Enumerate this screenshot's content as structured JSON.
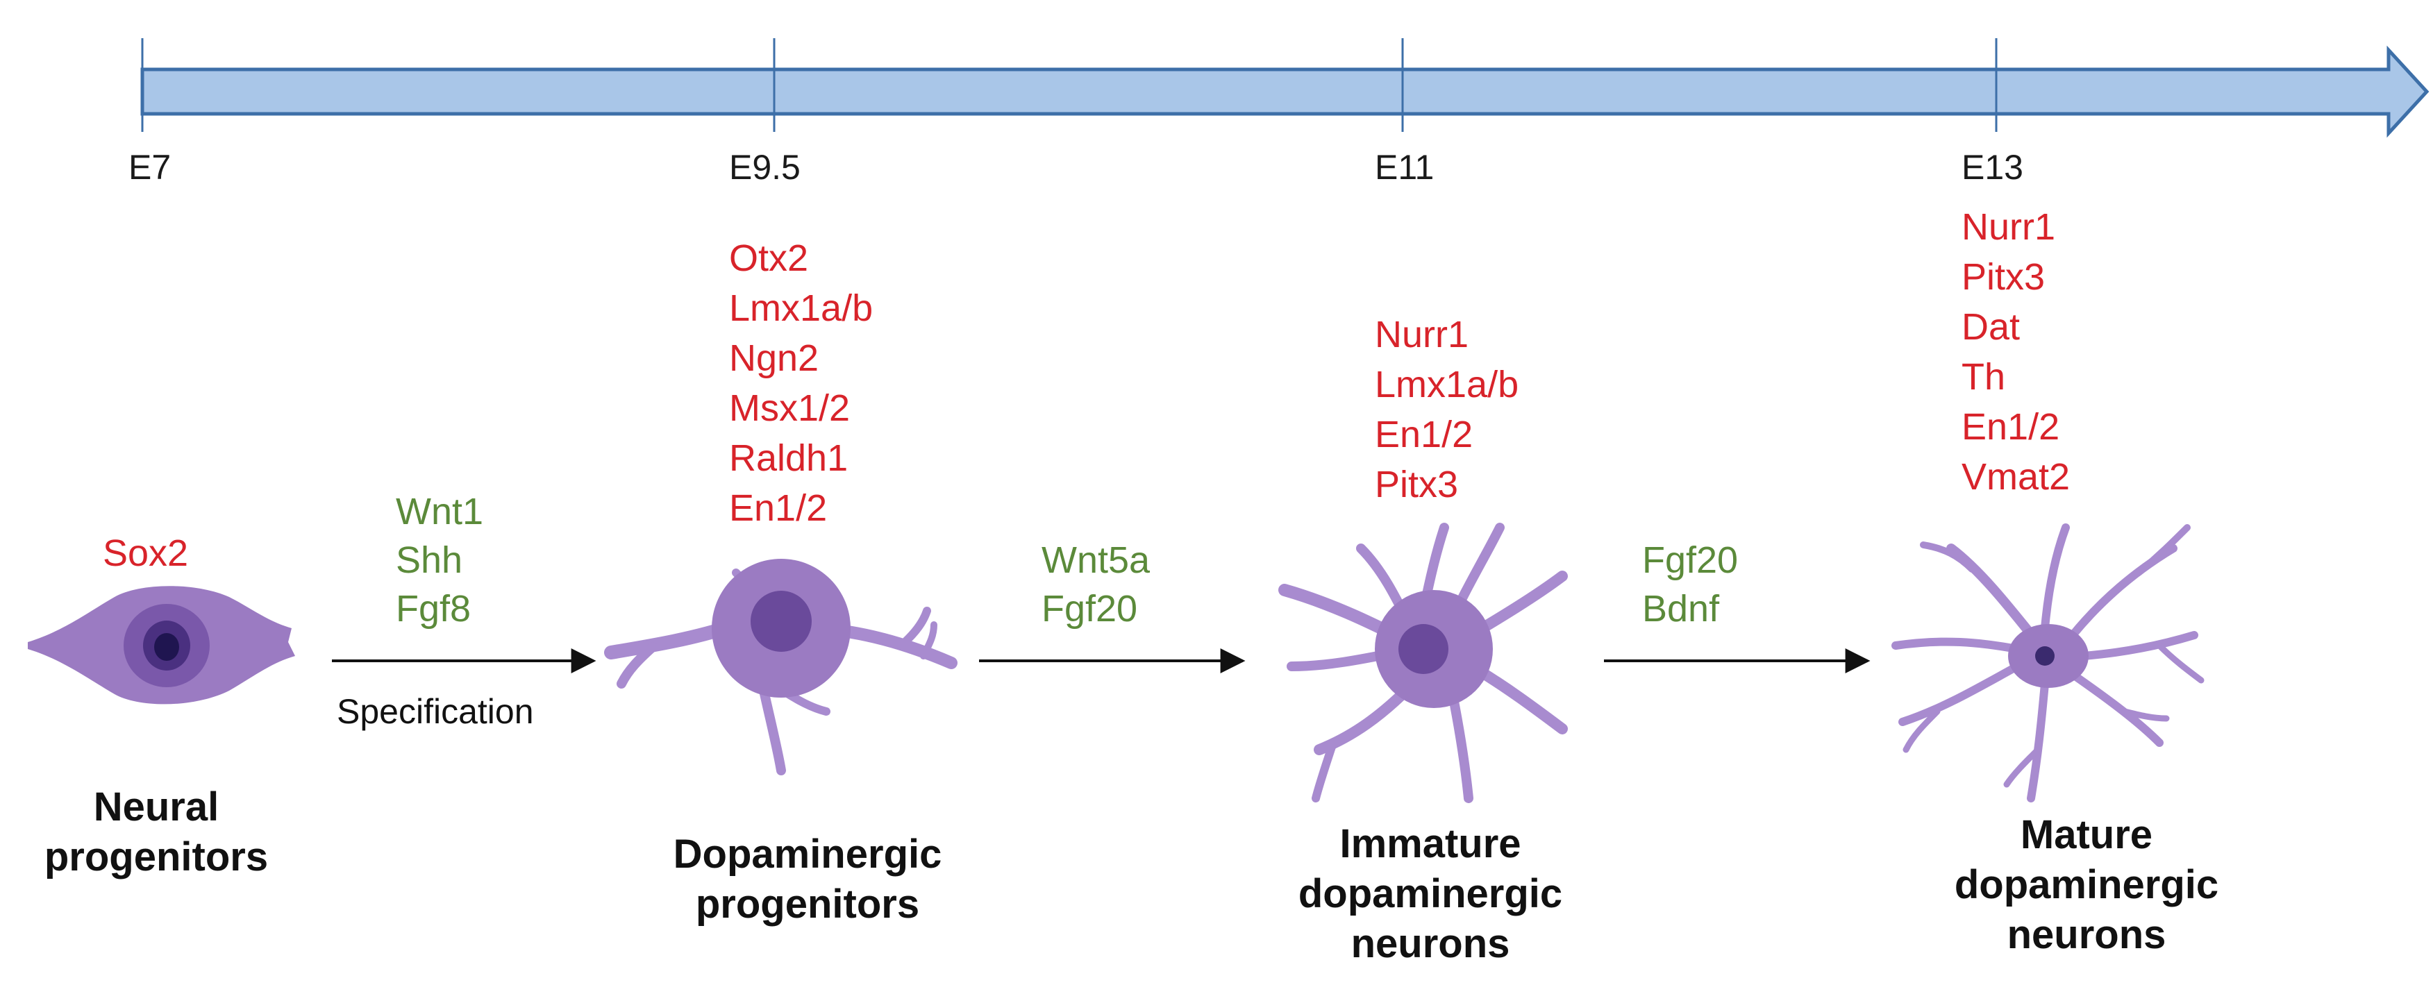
{
  "timeline": {
    "stages": [
      "E7",
      "E9.5",
      "E11",
      "E13"
    ]
  },
  "columns": [
    {
      "markers": [
        "Sox2"
      ],
      "caption": [
        "Neural",
        "progenitors"
      ]
    },
    {
      "markers": [
        "Otx2",
        "Lmx1a/b",
        "Ngn2",
        "Msx1/2",
        "Raldh1",
        "En1/2"
      ],
      "caption": [
        "Dopaminergic",
        "progenitors"
      ]
    },
    {
      "markers": [
        "Nurr1",
        "Lmx1a/b",
        "En1/2",
        "Pitx3"
      ],
      "caption": [
        "Immature",
        "dopaminergic",
        "neurons"
      ]
    },
    {
      "markers": [
        "Nurr1",
        "Pitx3",
        "Dat",
        "Th",
        "En1/2",
        "Vmat2"
      ],
      "caption": [
        "Mature",
        "dopaminergic",
        "neurons"
      ]
    }
  ],
  "transitions": [
    {
      "factors": [
        "Wnt1",
        "Shh",
        "Fgf8"
      ],
      "process": "Specification"
    },
    {
      "factors": [
        "Wnt5a",
        "Fgf20"
      ],
      "process": ""
    },
    {
      "factors": [
        "Fgf20",
        "Bdnf"
      ],
      "process": ""
    }
  ],
  "colors": {
    "timeline_fill": "#a9c6e8",
    "timeline_stroke": "#3d6fa8",
    "marker_text": "#d8232a",
    "factor_text": "#5b8a3a",
    "cell_body": "#9b7bc2",
    "cell_process": "#a88bcf",
    "nucleus": "#6a4a9b",
    "nucleolus": "#3a2a6e"
  }
}
